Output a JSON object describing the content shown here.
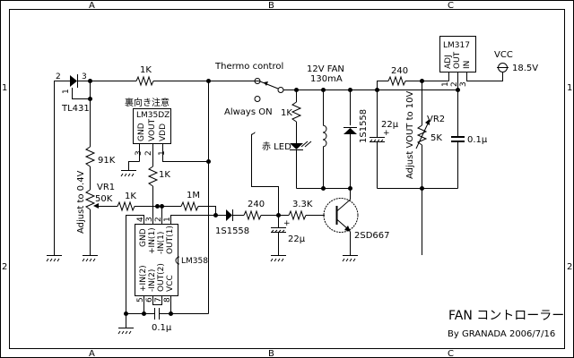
{
  "frame": {
    "columns": [
      "A",
      "B",
      "C"
    ],
    "rows": [
      "1",
      "2"
    ]
  },
  "title_block": {
    "title": "FAN コントローラー",
    "author_date": "By GRANADA 2006/7/16"
  },
  "components": {
    "tl431": {
      "ref": "TL431",
      "pin1": "1",
      "pin2": "2",
      "pin3": "3"
    },
    "r_top": {
      "value": "1K"
    },
    "lm35": {
      "warning": "裏向き注意",
      "ref": "LM35DZ",
      "pins": [
        "GND",
        "VOUT",
        "VDD"
      ],
      "pin_numbers": [
        "3",
        "2",
        "1"
      ]
    },
    "r_lm35": {
      "value": "1K"
    },
    "r91k": {
      "value": "91K"
    },
    "vr1": {
      "ref": "VR1",
      "value": "50K",
      "note": "Adjust to 0.4V"
    },
    "r_vr1": {
      "value": "1K"
    },
    "r_fb": {
      "value": "1M"
    },
    "lm358": {
      "ref": "LM358",
      "top_pins": [
        "GND",
        "+IN(1)",
        "-IN(1)",
        "OUT(1)"
      ],
      "bottom_pins": [
        "+IN(2)",
        "-IN(2)",
        "OUT(2)",
        "VCC"
      ],
      "top_numbers": [
        "4",
        "3",
        "2",
        "1"
      ],
      "bottom_numbers": [
        "5",
        "6",
        "7",
        "8"
      ]
    },
    "c_lm358": {
      "value": "0.1μ"
    },
    "d1": {
      "ref": "1S1558"
    },
    "r240a": {
      "value": "240"
    },
    "c22a": {
      "value": "22μ"
    },
    "r33k": {
      "value": "3.3K"
    },
    "q1": {
      "ref": "2SD667"
    },
    "switch": {
      "label": "Thermo control",
      "alt": "Always ON"
    },
    "r_led": {
      "value": "1K"
    },
    "led": {
      "label": "赤 LED"
    },
    "fan": {
      "label": "12V FAN",
      "current": "130mA"
    },
    "d2": {
      "ref": "1S1558"
    },
    "c22b": {
      "value": "22μ"
    },
    "vr2": {
      "ref": "VR2",
      "value": "5K",
      "note": "Adjust VOUT to 10V"
    },
    "c01b": {
      "value": "0.1μ"
    },
    "r240b": {
      "value": "240"
    },
    "lm317": {
      "ref": "LM317",
      "pins": [
        "ADJ",
        "OUT",
        "IN"
      ],
      "pin_numbers": [
        "1",
        "2",
        "3"
      ]
    },
    "vcc": {
      "label": "VCC",
      "value": "18.5V"
    }
  }
}
